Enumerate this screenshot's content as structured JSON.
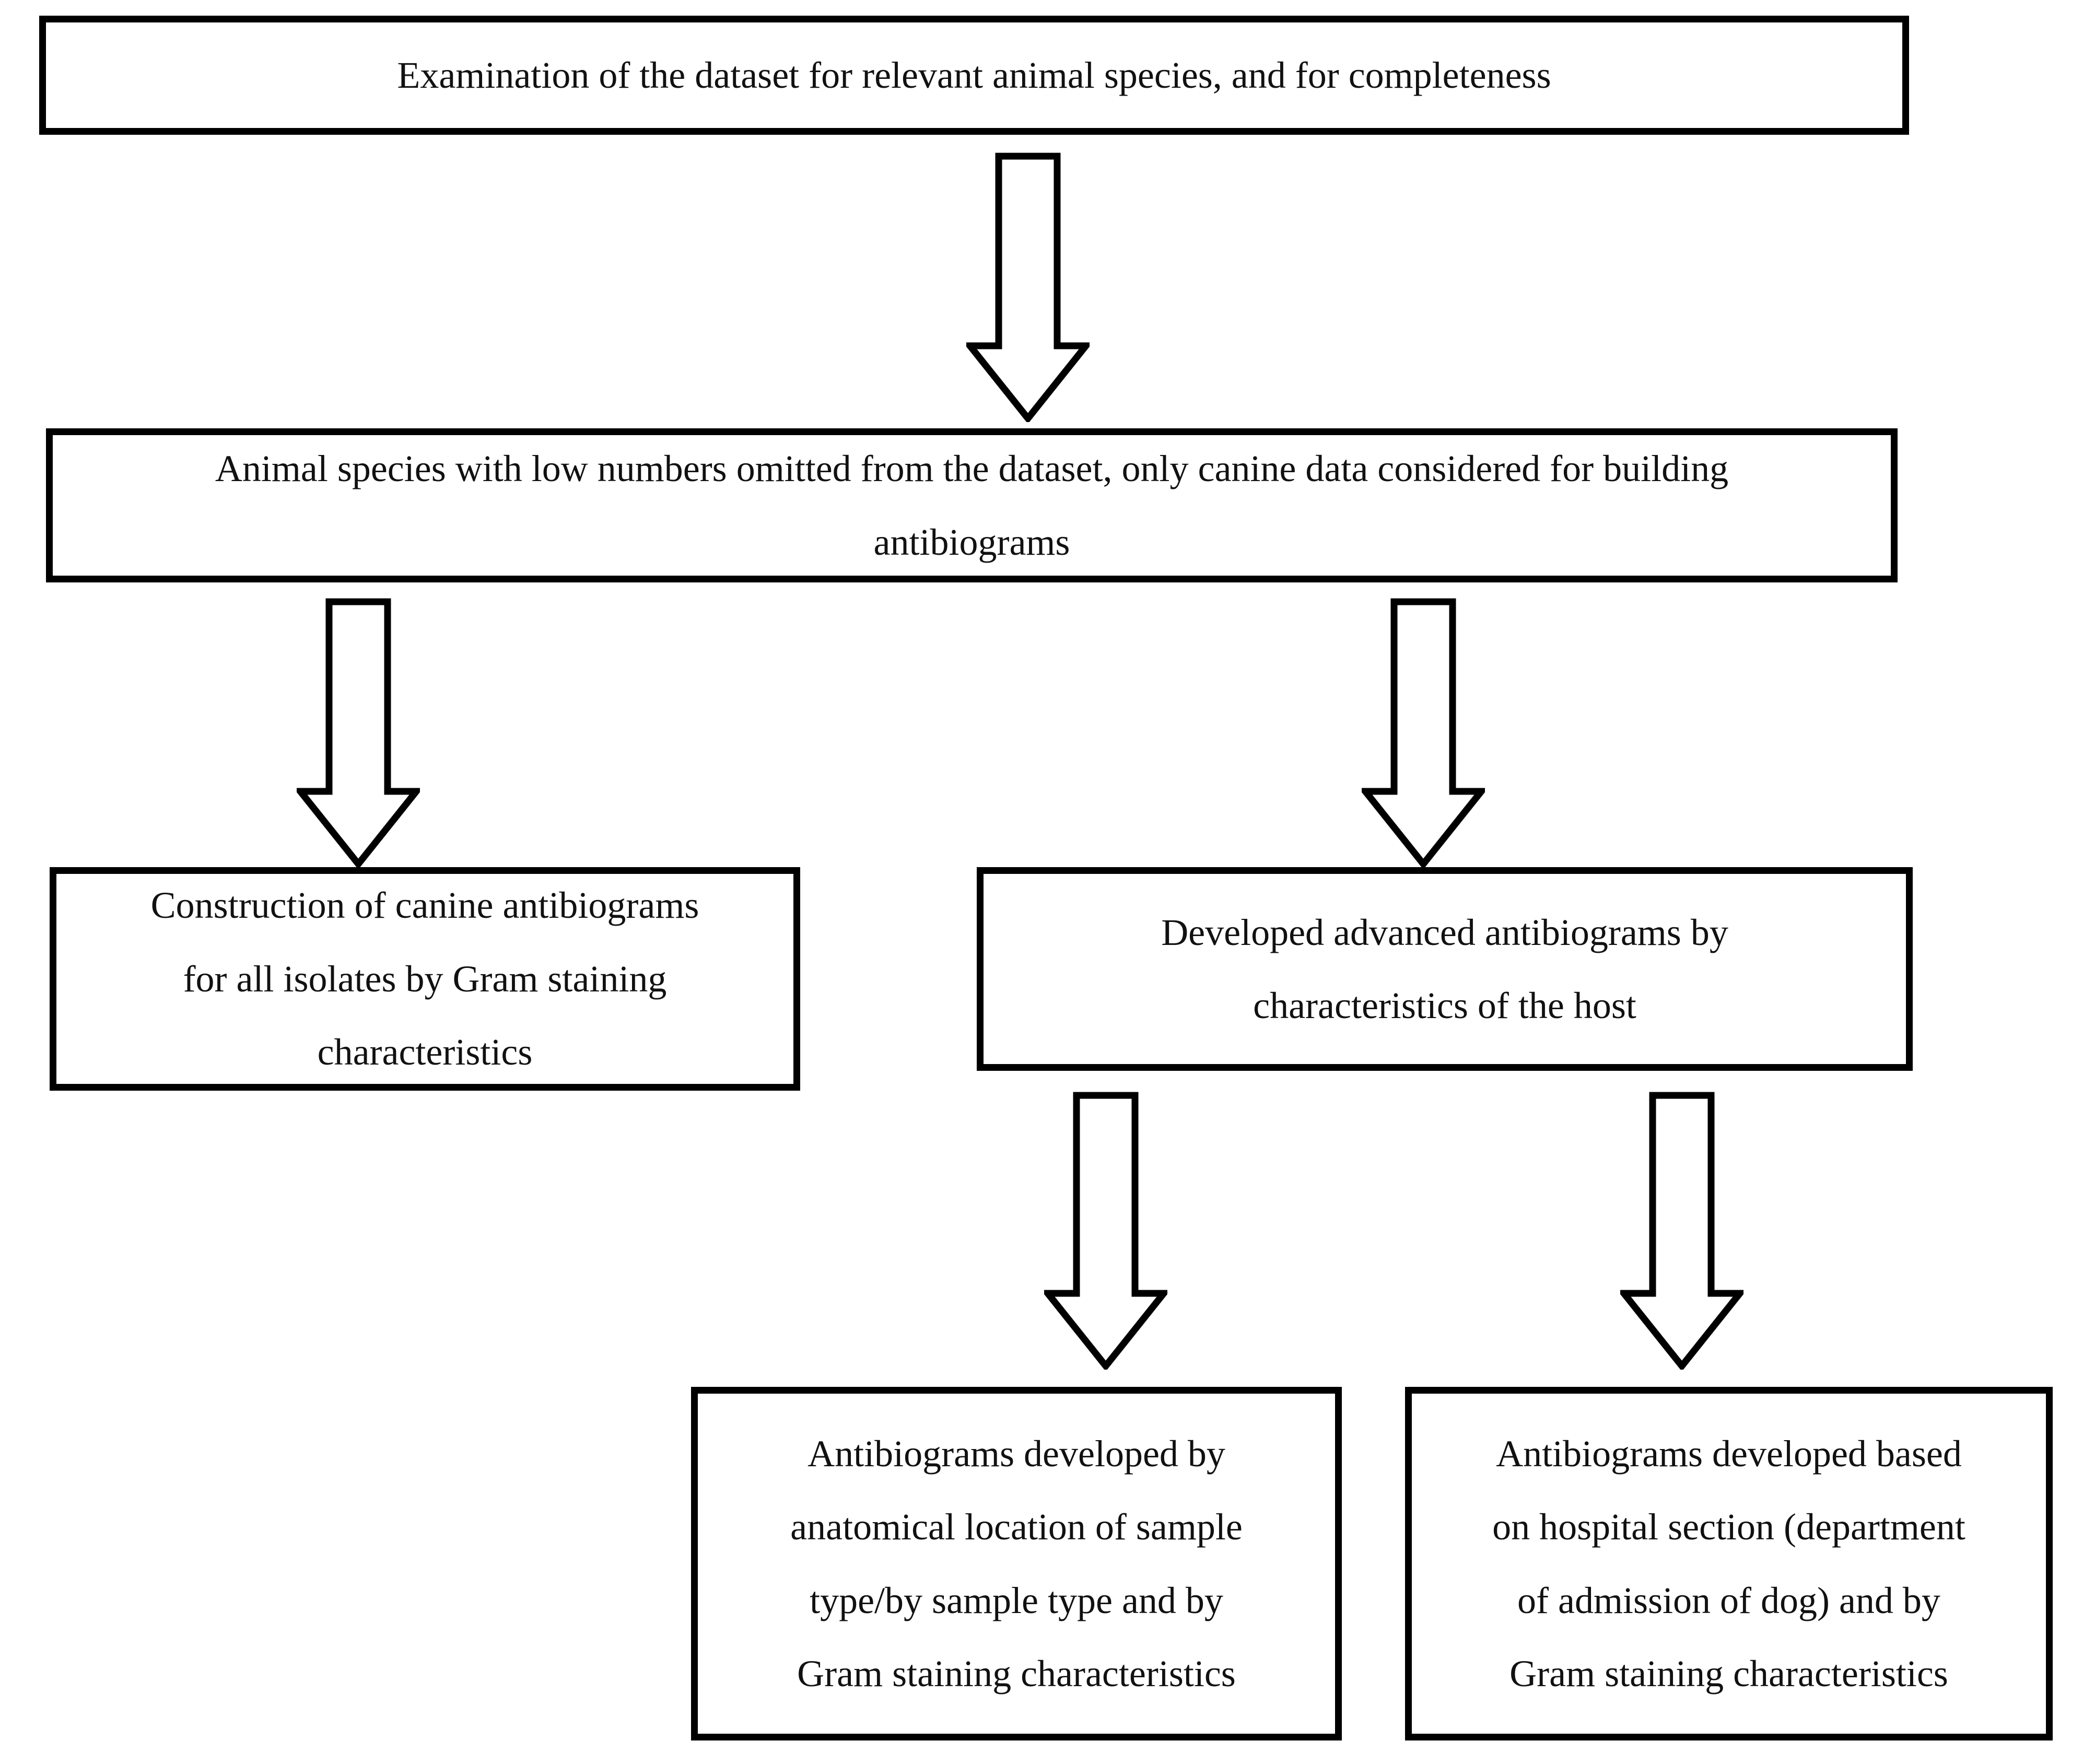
{
  "diagram": {
    "title": "Antibiogram development workflow flowchart",
    "colors": {
      "background": "#ffffff",
      "box_fill": "#ffffff",
      "box_border": "#000000",
      "text": "#111111"
    },
    "nodes": [
      {
        "id": "examination",
        "text": "Examination of the dataset for relevant animal species, and for completeness"
      },
      {
        "id": "omission",
        "text": "Animal species with low numbers omitted from the dataset, only canine data considered for building\nantibiograms"
      },
      {
        "id": "construction",
        "text": "Construction of canine antibiograms\nfor all isolates by Gram staining\ncharacteristics"
      },
      {
        "id": "advanced",
        "text": "Developed advanced antibiograms by\ncharacteristics of the host"
      },
      {
        "id": "anatomical",
        "text": "Antibiograms developed by\nanatomical location of sample\ntype/by sample type and by\nGram staining characteristics"
      },
      {
        "id": "hospital",
        "text": "Antibiograms developed based\non hospital section (department\nof admission of dog) and by\nGram staining characteristics"
      }
    ],
    "arrows": [
      {
        "from": "examination",
        "to": "omission"
      },
      {
        "from": "omission",
        "to": "construction"
      },
      {
        "from": "omission",
        "to": "advanced"
      },
      {
        "from": "advanced",
        "to": "anatomical"
      },
      {
        "from": "advanced",
        "to": "hospital"
      }
    ]
  }
}
